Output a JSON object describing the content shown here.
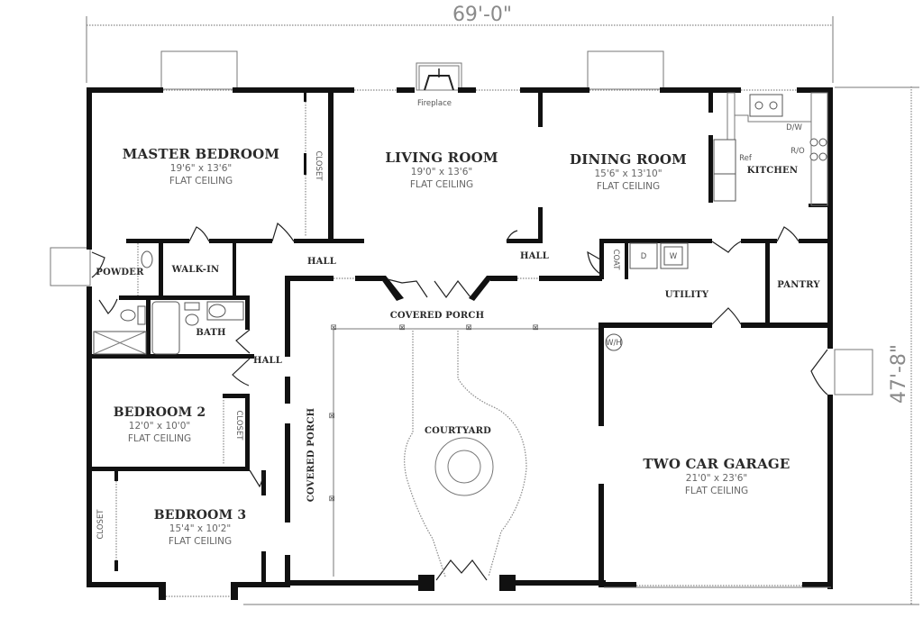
{
  "dimensions": {
    "width": "69'-0\"",
    "depth": "47'-8\""
  },
  "rooms": {
    "master_bedroom": {
      "name": "MASTER BEDROOM",
      "size": "19'6\" x 13'6\"",
      "ceiling": "FLAT CEILING"
    },
    "living_room": {
      "name": "LIVING ROOM",
      "size": "19'0\" x 13'6\"",
      "ceiling": "FLAT CEILING"
    },
    "dining_room": {
      "name": "DINING ROOM",
      "size": "15'6\" x 13'10\"",
      "ceiling": "FLAT CEILING"
    },
    "kitchen": {
      "name": "KITCHEN"
    },
    "bedroom_2": {
      "name": "BEDROOM 2",
      "size": "12'0\" x 10'0\"",
      "ceiling": "FLAT CEILING"
    },
    "bedroom_3": {
      "name": "BEDROOM 3",
      "size": "15'4\" x 10'2\"",
      "ceiling": "FLAT CEILING"
    },
    "garage": {
      "name": "TWO CAR GARAGE",
      "size": "21'0\" x 23'6\"",
      "ceiling": "FLAT CEILING"
    },
    "powder": {
      "name": "POWDER"
    },
    "walk_in": {
      "name": "WALK-IN"
    },
    "bath": {
      "name": "BATH"
    },
    "utility": {
      "name": "UTILITY"
    },
    "pantry": {
      "name": "PANTRY"
    },
    "courtyard": {
      "name": "COURTYARD"
    },
    "covered_porch_top": {
      "name": "COVERED PORCH"
    },
    "covered_porch_side": {
      "name": "COVERED PORCH"
    },
    "hall_1": {
      "name": "HALL"
    },
    "hall_2": {
      "name": "HALL"
    },
    "hall_3": {
      "name": "HALL"
    }
  },
  "annotations": {
    "fireplace": "Fireplace",
    "closet": "CLOSET",
    "coat": "COAT",
    "dishwasher": "D/W",
    "range_oven": "R/O",
    "refrigerator": "Ref",
    "water_heater": "W/H",
    "dryer": "D",
    "washer": "W"
  },
  "colors": {
    "wall": "#111111",
    "text": "#2a2a2a",
    "subtext": "#666666",
    "dimension": "#8a8a8a",
    "background": "#ffffff"
  }
}
